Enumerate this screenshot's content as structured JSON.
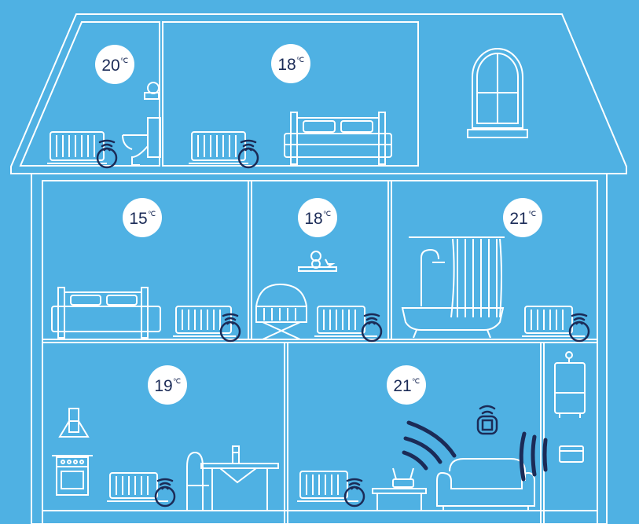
{
  "colors": {
    "background": "#4fb1e3",
    "line": "#ffffff",
    "badge": "#ffffff",
    "badge_text": "#1b2b57",
    "sensor": "#1b2b57"
  },
  "unit": "℃",
  "rooms": [
    {
      "id": "attic-bathroom",
      "temperature": "20"
    },
    {
      "id": "attic-bedroom",
      "temperature": "18"
    },
    {
      "id": "master-bedroom",
      "temperature": "15"
    },
    {
      "id": "nursery",
      "temperature": "18"
    },
    {
      "id": "bathroom",
      "temperature": "21"
    },
    {
      "id": "kitchen",
      "temperature": "19"
    },
    {
      "id": "living-room",
      "temperature": "21"
    }
  ],
  "icons": {
    "radiator": "radiator-icon",
    "sensor": "wireless-sensor-icon",
    "thermostat": "thermostat-icon",
    "boiler": "boiler-icon",
    "hub": "wifi-router-icon"
  }
}
